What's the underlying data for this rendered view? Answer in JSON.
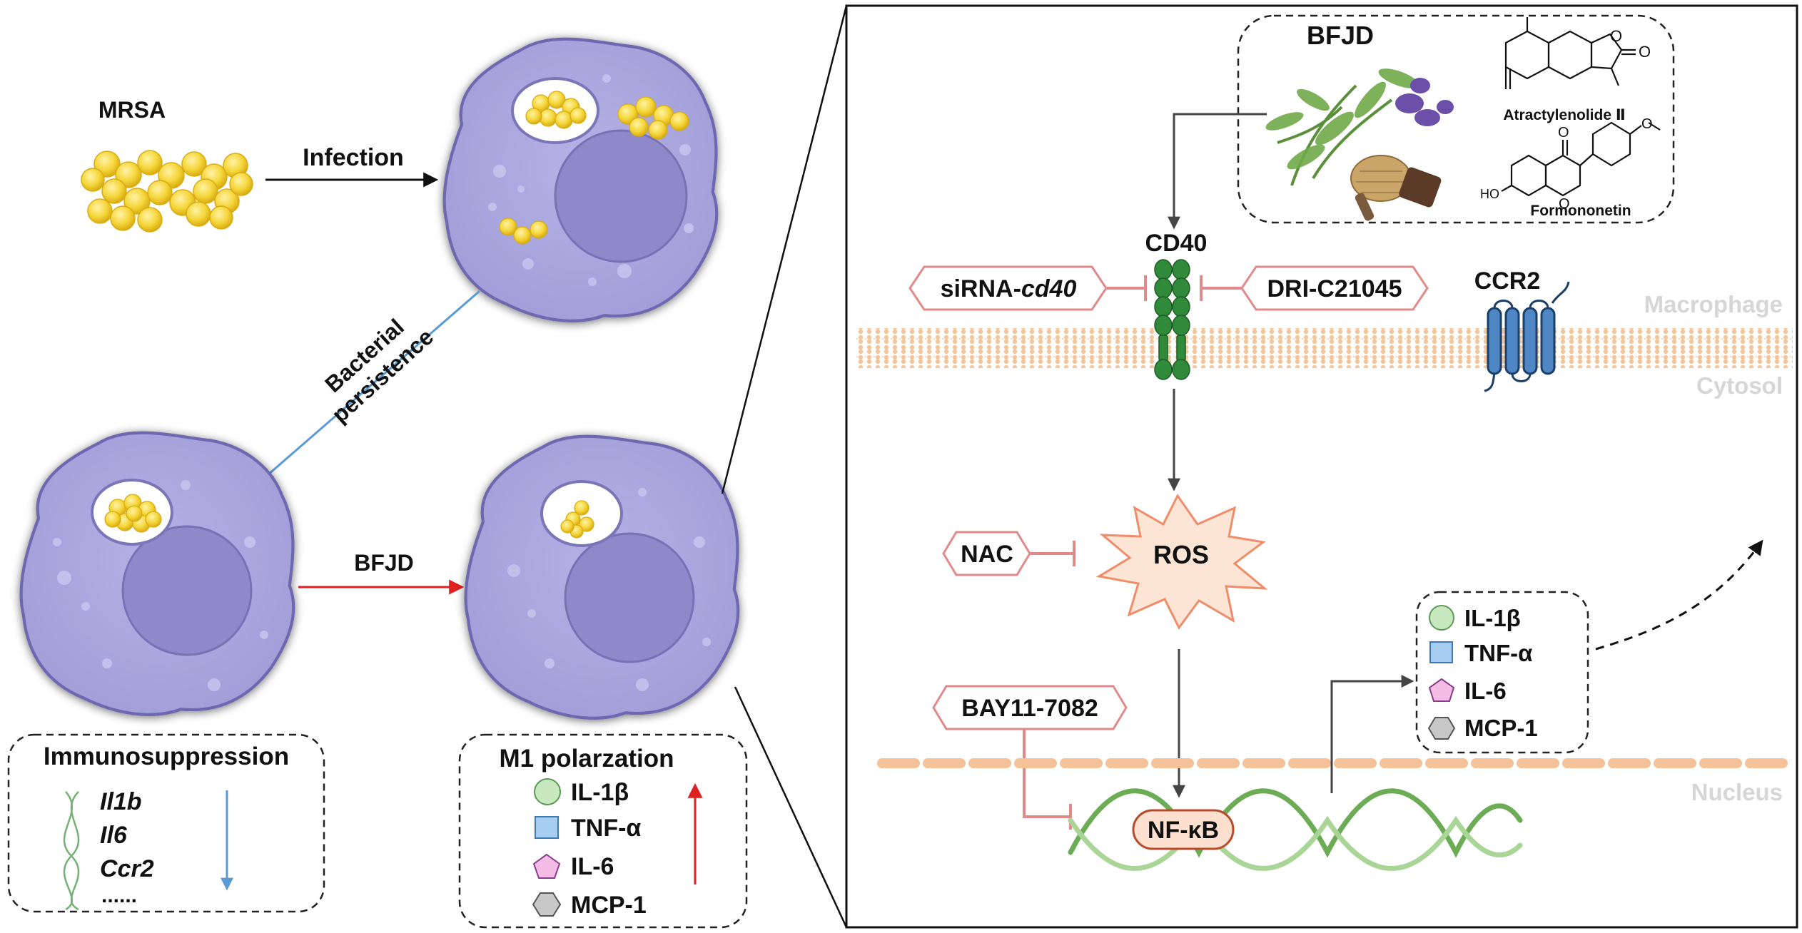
{
  "left": {
    "mrsa_label": "MRSA",
    "infection_label": "Infection",
    "persistence_line1": "Bacterial",
    "persistence_line2": "persistence",
    "bfjd_arrow_label": "BFJD",
    "immunosuppression": {
      "title": "Immunosuppression",
      "genes": [
        "Il1b",
        "Il6",
        "Ccr2",
        "......"
      ]
    },
    "m1": {
      "title": "M1 polarzation",
      "items": [
        {
          "label": "IL-1β",
          "shape": "circle-icon"
        },
        {
          "label": "TNF-α",
          "shape": "square-icon"
        },
        {
          "label": "IL-6",
          "shape": "pentagon-icon"
        },
        {
          "label": "MCP-1",
          "shape": "hexagon-icon"
        }
      ]
    }
  },
  "right": {
    "bfjd_title": "BFJD",
    "compound1": "Atractylenolide Ⅱ",
    "compound2": "Formononetin",
    "ho_label": "HO",
    "cd40": "CD40",
    "ccr2": "CCR2",
    "sirna_prefix": "siRNA-",
    "sirna_gene": "cd40",
    "dri": "DRI-C21045",
    "macrophage": "Macrophage",
    "cytosol": "Cytosol",
    "nucleus": "Nucleus",
    "nac": "NAC",
    "ros": "ROS",
    "bay": "BAY11-7082",
    "nfkb": "NF-κB",
    "cytokines": [
      "IL-1β",
      "TNF-α",
      "IL-6",
      "MCP-1"
    ]
  },
  "colors": {
    "cell_fill": "#a9a6de",
    "nucleus_fill": "#8f89c9",
    "bacteria": "#f5d63a",
    "inhibitor_border": "#e28a8a",
    "receptor_green": "#2f8a3a",
    "ccr2_blue": "#4f87c4",
    "membrane": "#f5c69c",
    "arrow_red": "#e02020",
    "arrow_blue": "#5b9bd5"
  }
}
